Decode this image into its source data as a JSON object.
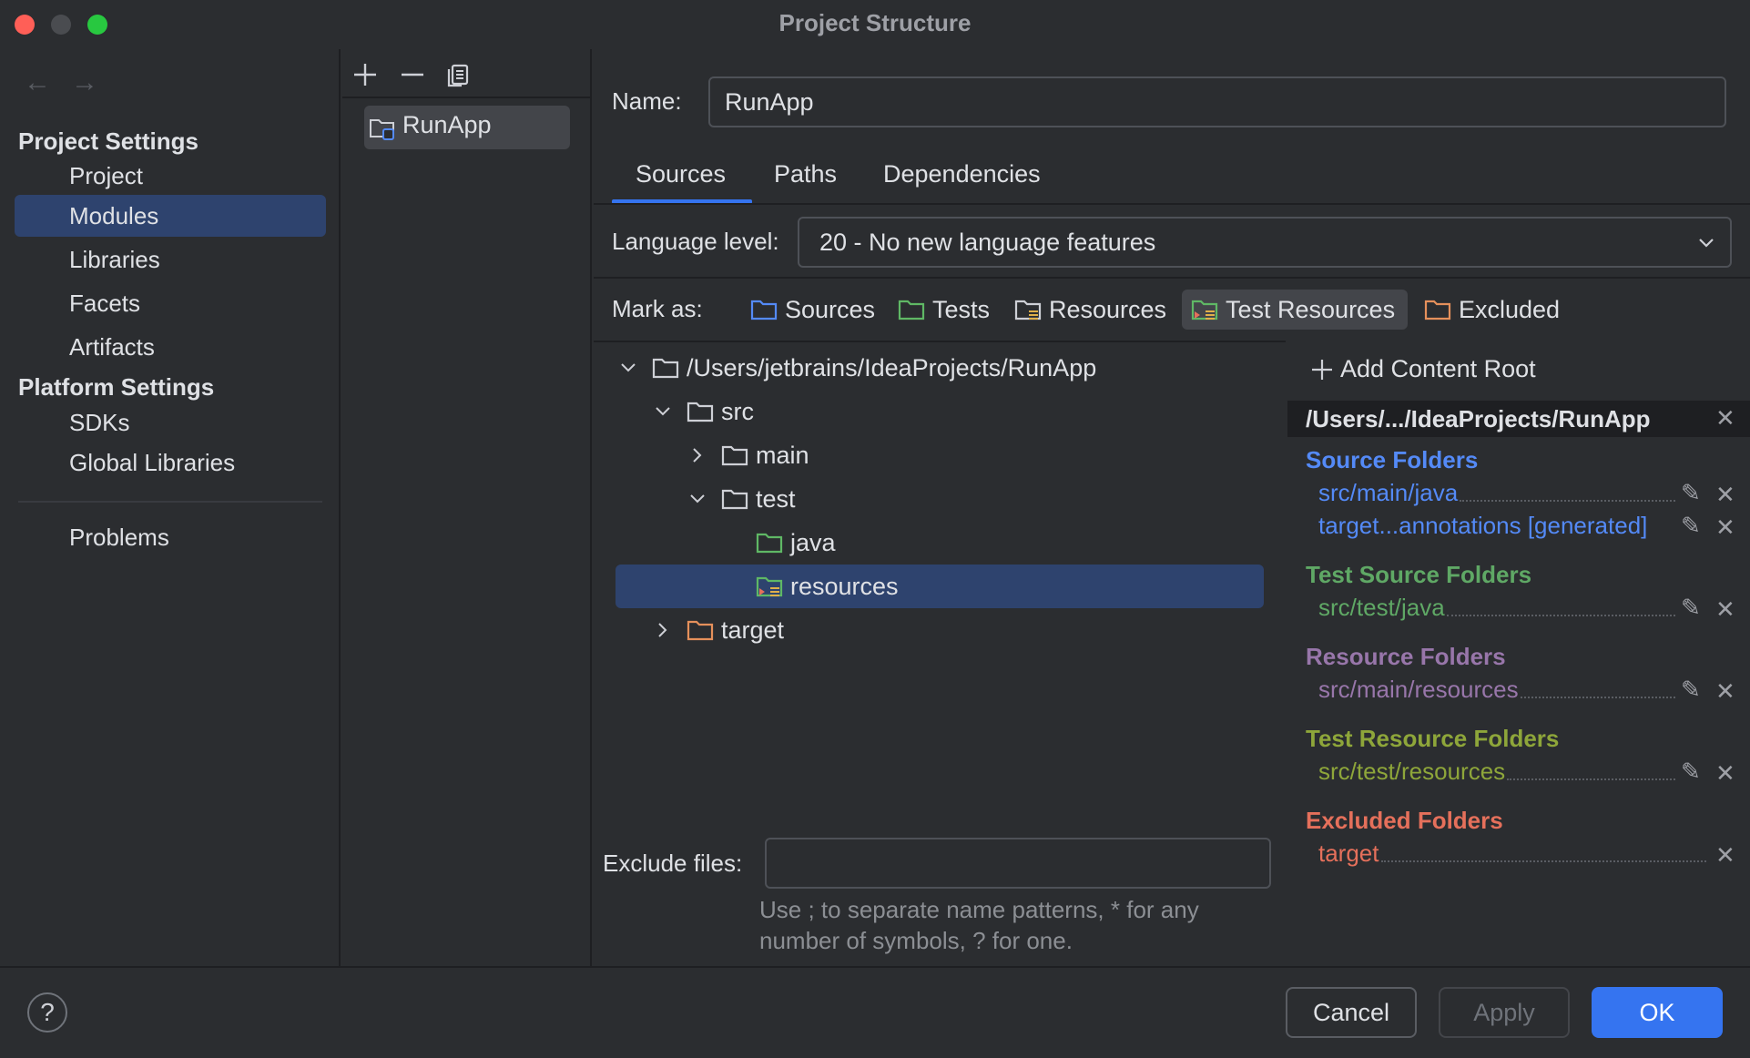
{
  "window": {
    "title": "Project Structure"
  },
  "colors": {
    "accent": "#3574f0",
    "source": "#548af7",
    "test": "#5fb865",
    "resource": "#9876aa",
    "test_resource": "#8ea63a",
    "excluded": "#e5705b"
  },
  "sidebar": {
    "project_settings_header": "Project Settings",
    "project_items": [
      {
        "label": "Project"
      },
      {
        "label": "Modules",
        "selected": true
      },
      {
        "label": "Libraries"
      },
      {
        "label": "Facets"
      },
      {
        "label": "Artifacts"
      }
    ],
    "platform_settings_header": "Platform Settings",
    "platform_items": [
      {
        "label": "SDKs"
      },
      {
        "label": "Global Libraries"
      }
    ],
    "problems_label": "Problems"
  },
  "modules": {
    "toolbar": {
      "add_icon": "plus-icon",
      "remove_icon": "minus-icon",
      "copy_icon": "copy-icon"
    },
    "items": [
      {
        "label": "RunApp"
      }
    ]
  },
  "main": {
    "name_label": "Name:",
    "name_value": "RunApp",
    "tabs": [
      {
        "label": "Sources",
        "active": true
      },
      {
        "label": "Paths"
      },
      {
        "label": "Dependencies"
      }
    ],
    "language_level_label": "Language level:",
    "language_level_value": "20 - No new language features",
    "mark_as_label": "Mark as:",
    "mark_as": [
      {
        "label": "Sources",
        "icon": "source-folder-icon"
      },
      {
        "label": "Tests",
        "icon": "test-folder-icon"
      },
      {
        "label": "Resources",
        "icon": "resource-folder-icon"
      },
      {
        "label": "Test Resources",
        "icon": "test-resource-folder-icon",
        "selected": true
      },
      {
        "label": "Excluded",
        "icon": "excluded-folder-icon"
      }
    ],
    "tree": [
      {
        "label": "/Users/jetbrains/IdeaProjects/RunApp",
        "expanded": true
      },
      {
        "label": "src",
        "expanded": true
      },
      {
        "label": "main",
        "expanded": false
      },
      {
        "label": "test",
        "expanded": true
      },
      {
        "label": "java"
      },
      {
        "label": "resources",
        "selected": true
      },
      {
        "label": "target",
        "expanded": false
      }
    ],
    "exclude_files_label": "Exclude files:",
    "exclude_files_value": "",
    "exclude_hint_line1": "Use ; to separate name patterns, * for any",
    "exclude_hint_line2": "number of symbols, ? for one."
  },
  "content_roots": {
    "add_label": "Add Content Root",
    "root_path": "/Users/.../IdeaProjects/RunApp",
    "source_folders_header": "Source Folders",
    "source_folders": [
      "src/main/java",
      "target...annotations [generated]"
    ],
    "test_source_folders_header": "Test Source Folders",
    "test_source_folders": [
      "src/test/java"
    ],
    "resource_folders_header": "Resource Folders",
    "resource_folders": [
      "src/main/resources"
    ],
    "test_resource_folders_header": "Test Resource Folders",
    "test_resource_folders": [
      "src/test/resources"
    ],
    "excluded_folders_header": "Excluded Folders",
    "excluded_folders": [
      "target"
    ]
  },
  "footer": {
    "help_label": "?",
    "cancel_label": "Cancel",
    "apply_label": "Apply",
    "ok_label": "OK"
  }
}
